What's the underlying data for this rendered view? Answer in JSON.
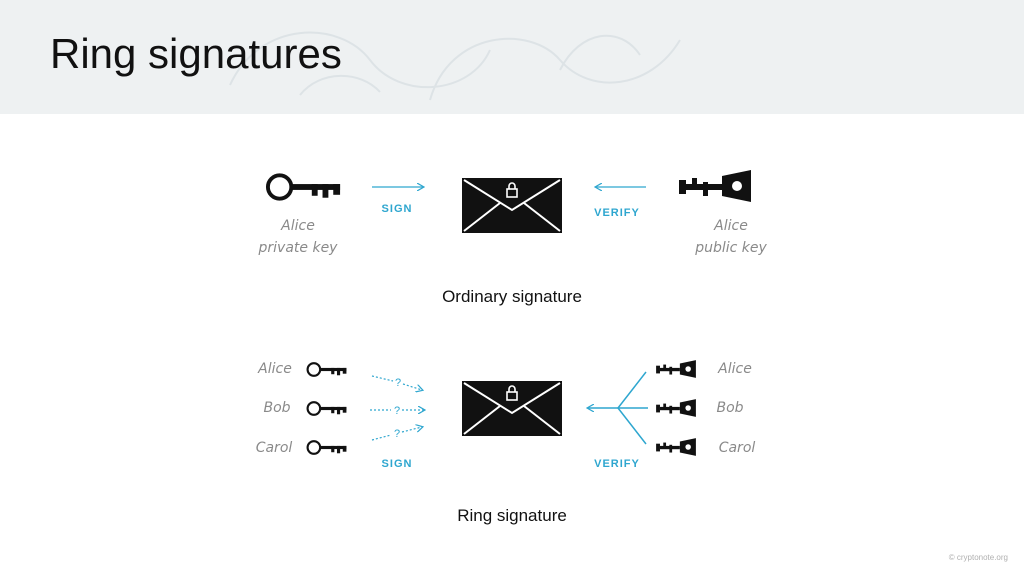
{
  "slide": {
    "title": "Ring signatures",
    "credit": "© cryptonote.org"
  },
  "ordinary": {
    "caption": "Ordinary signature",
    "sign_label": "SIGN",
    "verify_label": "VERIFY",
    "private_key_owner": "Alice",
    "private_key_label": "private key",
    "public_key_owner": "Alice",
    "public_key_label": "public key"
  },
  "ring": {
    "caption": "Ring signature",
    "sign_label": "SIGN",
    "verify_label": "VERIFY",
    "question_mark": "?",
    "signers": [
      "Alice",
      "Bob",
      "Carol"
    ],
    "verifiers": [
      "Alice",
      "Bob",
      "Carol"
    ]
  },
  "colors": {
    "accent": "#2ea6cf",
    "icon": "#111111",
    "handwriting": "#8a8a8a",
    "header_bg": "#eef1f2"
  }
}
